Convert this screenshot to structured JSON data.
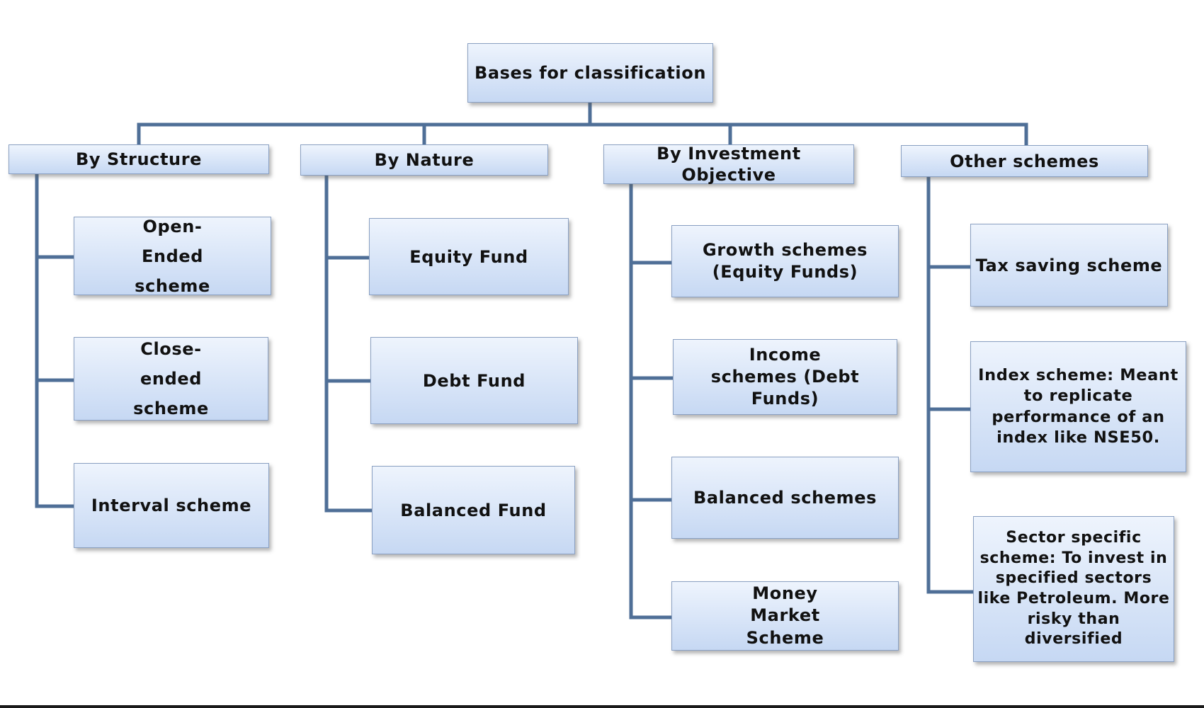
{
  "root": {
    "label": "Bases for classification"
  },
  "categories": [
    {
      "label": "By Structure",
      "children": [
        "Open-Ended scheme",
        "Close-ended scheme",
        "Interval scheme"
      ]
    },
    {
      "label": "By Nature",
      "children": [
        "Equity Fund",
        "Debt Fund",
        "Balanced Fund"
      ]
    },
    {
      "label": "By Investment Objective",
      "children": [
        "Growth schemes (Equity Funds)",
        "Income schemes (Debt Funds)",
        "Balanced schemes",
        "Money Market Scheme"
      ]
    },
    {
      "label": "Other schemes",
      "children": [
        "Tax saving scheme",
        "Index scheme: Meant to replicate performance of an index like NSE50.",
        "Sector specific scheme: To invest in specified sectors like Petroleum. More risky than diversified"
      ]
    }
  ],
  "colors": {
    "connector": "#4f6f97",
    "box_border": "#8aa0c2",
    "box_top": "#eef4fd",
    "box_bottom": "#c6d8f3",
    "text": "#111111"
  }
}
